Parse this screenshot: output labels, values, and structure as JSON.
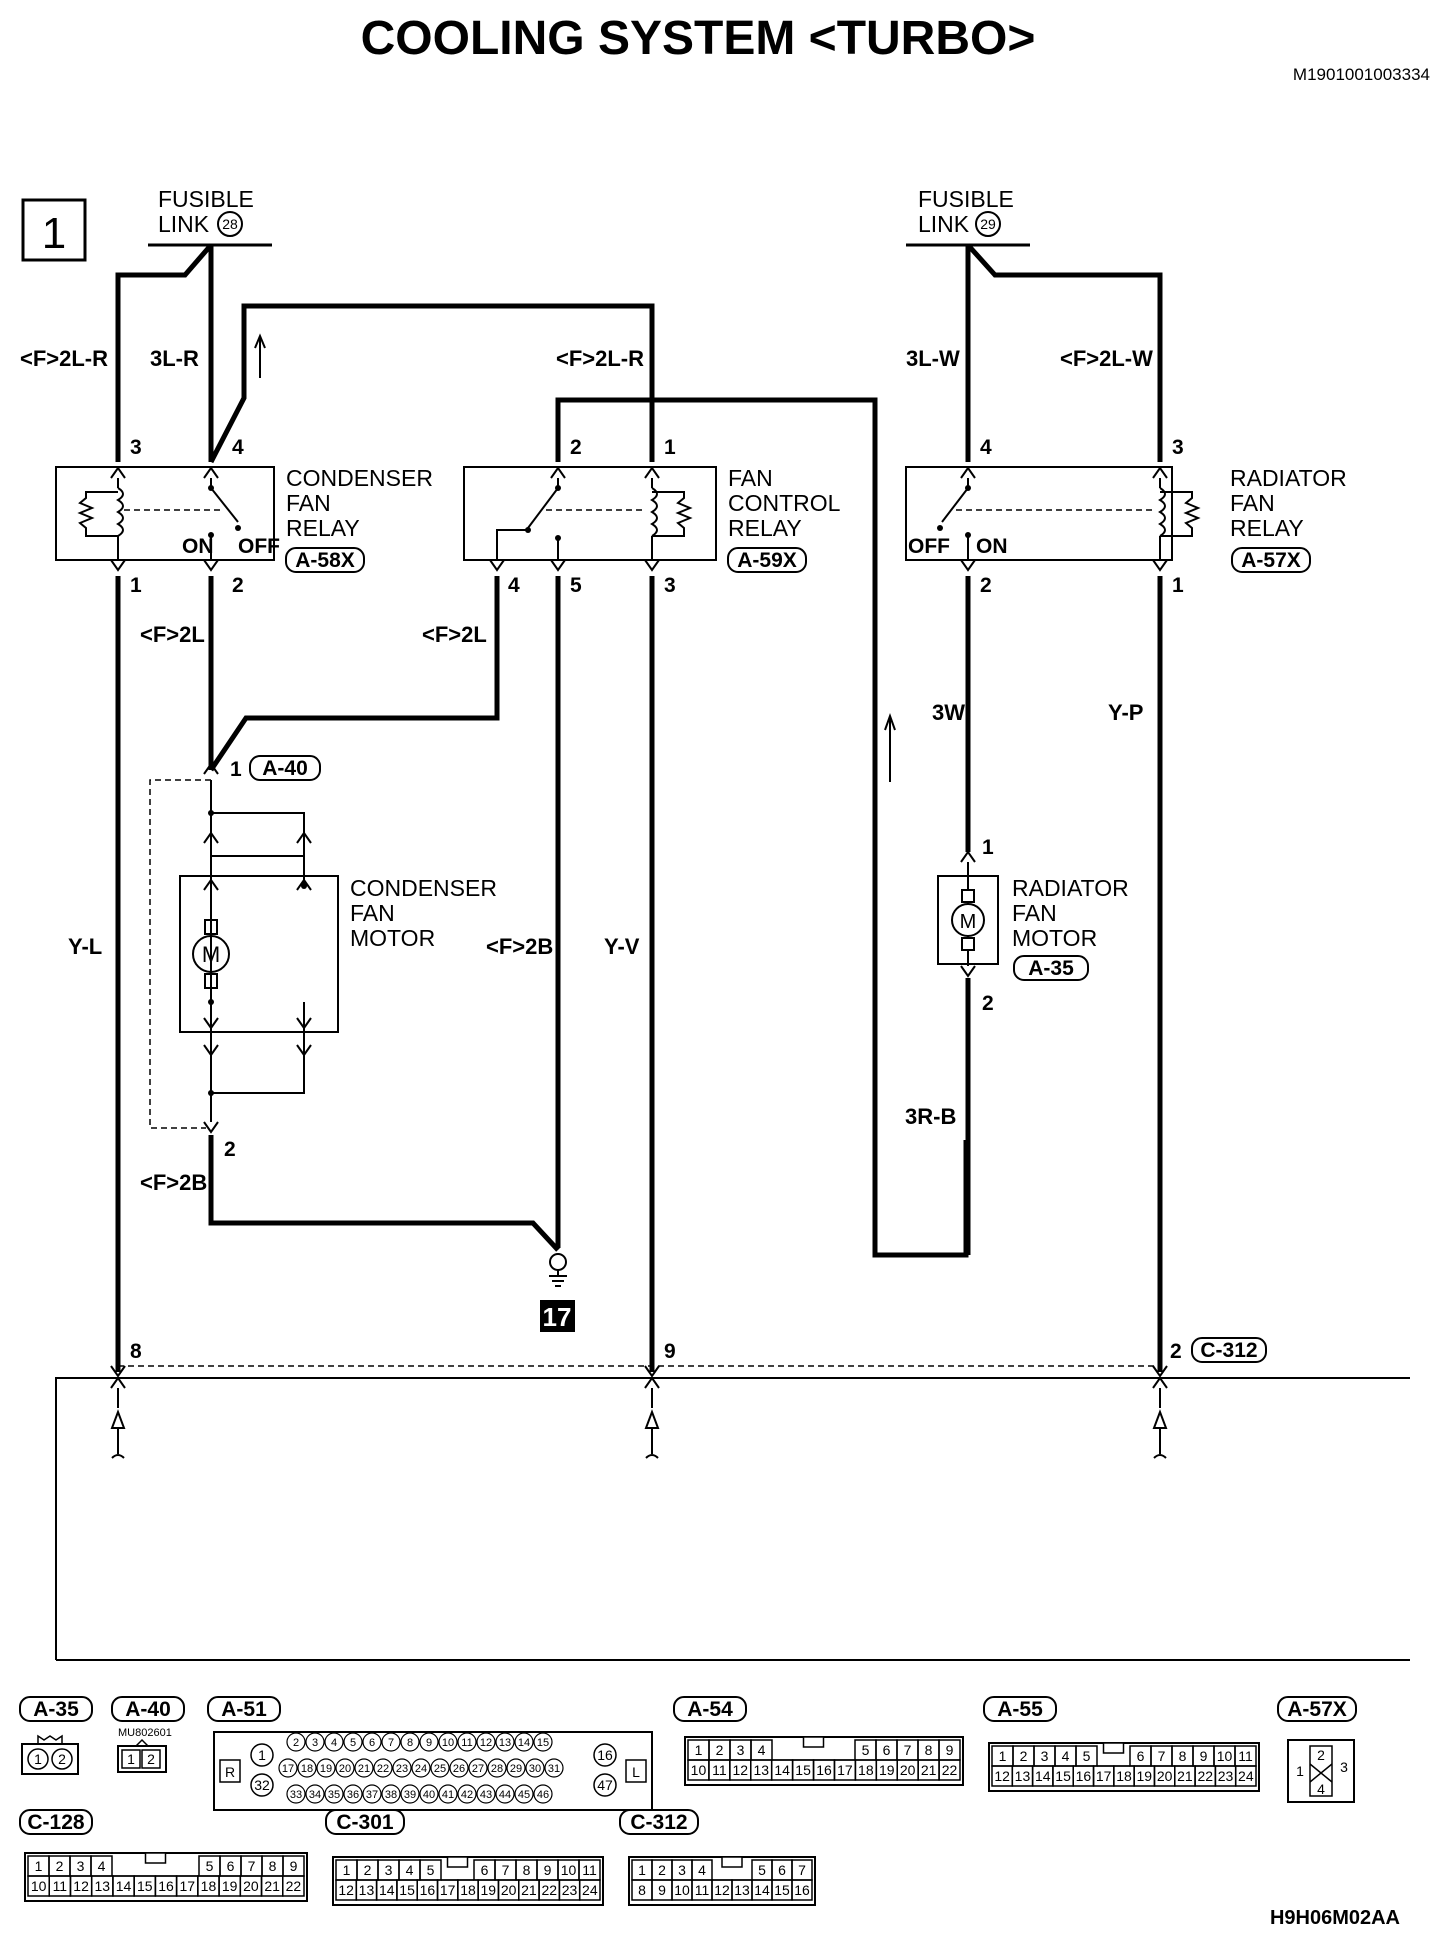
{
  "header": {
    "title": "COOLING SYSTEM <TURBO>",
    "doc_id": "M1901001003334",
    "page_number": "1"
  },
  "footer": {
    "figure_id": "H9H06M02AA"
  },
  "power": {
    "left": {
      "label": "FUSIBLE",
      "label2": "LINK",
      "number": "28"
    },
    "right": {
      "label": "FUSIBLE",
      "label2": "LINK",
      "number": "29"
    }
  },
  "wires": {
    "w1": "<F>2L-R",
    "w2": "3L-R",
    "w3": "<F>2L-R",
    "w4": "3L-W",
    "w5": "<F>2L-W",
    "w6": "<F>2L",
    "w7": "<F>2L",
    "w8": "3W",
    "w9": "Y-P",
    "w10": "Y-L",
    "w11": "<F>2B",
    "w12": "Y-V",
    "w13": "3R-B",
    "w14": "<F>2B"
  },
  "components": {
    "cond_relay": {
      "line1": "CONDENSER",
      "line2": "FAN",
      "line3": "RELAY",
      "connector": "A-58X",
      "on": "ON",
      "off": "OFF"
    },
    "fan_ctrl_relay": {
      "line1": "FAN",
      "line2": "CONTROL",
      "line3": "RELAY",
      "connector": "A-59X"
    },
    "rad_relay": {
      "line1": "RADIATOR",
      "line2": "FAN",
      "line3": "RELAY",
      "connector": "A-57X",
      "on": "ON",
      "off": "OFF"
    },
    "cond_motor": {
      "line1": "CONDENSER",
      "line2": "FAN",
      "line3": "MOTOR",
      "connector": "A-40",
      "motor_symbol": "M"
    },
    "rad_motor": {
      "line1": "RADIATOR",
      "line2": "FAN",
      "line3": "MOTOR",
      "connector": "A-35",
      "motor_symbol": "M"
    },
    "ground": {
      "number": "17"
    },
    "harness": {
      "connector": "C-312"
    }
  },
  "pins": {
    "cr_3": "3",
    "cr_4": "4",
    "cr_1": "1",
    "cr_2": "2",
    "fc_2": "2",
    "fc_1": "1",
    "fc_4": "4",
    "fc_5": "5",
    "fc_3": "3",
    "rr_4": "4",
    "rr_3": "3",
    "rr_2": "2",
    "rr_1": "1",
    "cm_1": "1",
    "cm_2": "2",
    "rm_1": "1",
    "rm_2": "2",
    "h_8": "8",
    "h_9": "9",
    "h_2": "2"
  },
  "connector_views": {
    "a35": {
      "id": "A-35",
      "cells": [
        "1",
        "2"
      ]
    },
    "a40": {
      "id": "A-40",
      "part_no": "MU802601",
      "cells": [
        "1",
        "2"
      ]
    },
    "a51": {
      "id": "A-51",
      "left_marker": "R",
      "right_marker": "L",
      "left_pins": [
        "1",
        "32"
      ],
      "right_pins": [
        "16",
        "47"
      ],
      "rows": [
        [
          "2",
          "3",
          "4",
          "5",
          "6",
          "7",
          "8",
          "9",
          "10",
          "11",
          "12",
          "13",
          "14",
          "15"
        ],
        [
          "17",
          "18",
          "19",
          "20",
          "21",
          "22",
          "23",
          "24",
          "25",
          "26",
          "27",
          "28",
          "29",
          "30",
          "31"
        ],
        [
          "33",
          "34",
          "35",
          "36",
          "37",
          "38",
          "39",
          "40",
          "41",
          "42",
          "43",
          "44",
          "45",
          "46"
        ]
      ]
    },
    "a54": {
      "id": "A-54",
      "row1_left": [
        "1",
        "2",
        "3",
        "4"
      ],
      "row1_right": [
        "5",
        "6",
        "7",
        "8",
        "9"
      ],
      "row2": [
        "10",
        "11",
        "12",
        "13",
        "14",
        "15",
        "16",
        "17",
        "18",
        "19",
        "20",
        "21",
        "22"
      ]
    },
    "a55": {
      "id": "A-55",
      "row1_left": [
        "1",
        "2",
        "3",
        "4",
        "5"
      ],
      "row1_right": [
        "6",
        "7",
        "8",
        "9",
        "10",
        "11"
      ],
      "row2": [
        "12",
        "13",
        "14",
        "15",
        "16",
        "17",
        "18",
        "19",
        "20",
        "21",
        "22",
        "23",
        "24"
      ]
    },
    "a57x": {
      "id": "A-57X",
      "cells": [
        "1",
        "2",
        "3",
        "4"
      ]
    },
    "c128": {
      "id": "C-128",
      "row1_left": [
        "1",
        "2",
        "3",
        "4"
      ],
      "row1_right": [
        "5",
        "6",
        "7",
        "8",
        "9"
      ],
      "row2": [
        "10",
        "11",
        "12",
        "13",
        "14",
        "15",
        "16",
        "17",
        "18",
        "19",
        "20",
        "21",
        "22"
      ]
    },
    "c301": {
      "id": "C-301",
      "row1_left": [
        "1",
        "2",
        "3",
        "4",
        "5"
      ],
      "row1_right": [
        "6",
        "7",
        "8",
        "9",
        "10",
        "11"
      ],
      "row2": [
        "12",
        "13",
        "14",
        "15",
        "16",
        "17",
        "18",
        "19",
        "20",
        "21",
        "22",
        "23",
        "24"
      ]
    },
    "c312": {
      "id": "C-312",
      "row1_left": [
        "1",
        "2",
        "3",
        "4"
      ],
      "row1_right": [
        "5",
        "6",
        "7"
      ],
      "row2": [
        "8",
        "9",
        "10",
        "11",
        "12",
        "13",
        "14",
        "15",
        "16"
      ]
    }
  }
}
